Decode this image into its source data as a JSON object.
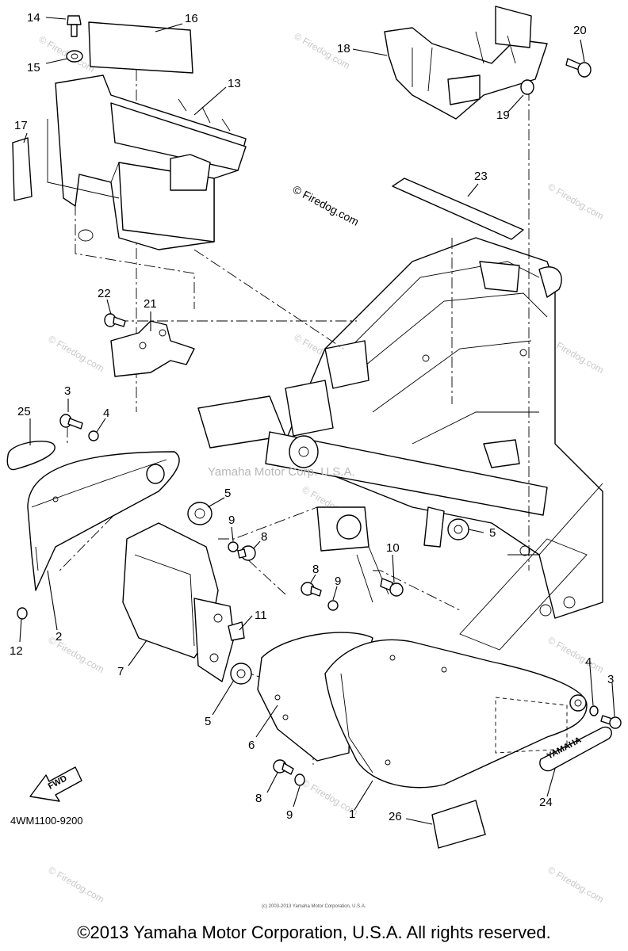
{
  "diagram": {
    "watermark_center": "© Firedog.com",
    "watermark_repeat": "© Firedog.com",
    "watermark_maker": "Yamaha Motor Corp. U.S.A.",
    "diagram_code": "4WM1100-9200",
    "tiny_notice": "(c) 2003-2013 Yamaha Motor Corporation, U.S.A.",
    "emblem_text": "YAMAHA",
    "fwd_text": "FWD",
    "copyright": "©2013 Yamaha Motor Corporation, U.S.A. All rights reserved.",
    "callouts": [
      {
        "id": "c14",
        "text": "14"
      },
      {
        "id": "c16",
        "text": "16"
      },
      {
        "id": "c15",
        "text": "15"
      },
      {
        "id": "c13",
        "text": "13"
      },
      {
        "id": "c17",
        "text": "17"
      },
      {
        "id": "c18",
        "text": "18"
      },
      {
        "id": "c20",
        "text": "20"
      },
      {
        "id": "c19",
        "text": "19"
      },
      {
        "id": "c23",
        "text": "23"
      },
      {
        "id": "c22",
        "text": "22"
      },
      {
        "id": "c21",
        "text": "21"
      },
      {
        "id": "c3a",
        "text": "3"
      },
      {
        "id": "c25",
        "text": "25"
      },
      {
        "id": "c4a",
        "text": "4"
      },
      {
        "id": "c5a",
        "text": "5"
      },
      {
        "id": "c9a",
        "text": "9"
      },
      {
        "id": "c8a",
        "text": "8"
      },
      {
        "id": "c5b",
        "text": "5"
      },
      {
        "id": "c10",
        "text": "10"
      },
      {
        "id": "c8b",
        "text": "8"
      },
      {
        "id": "c9b",
        "text": "9"
      },
      {
        "id": "c11",
        "text": "11"
      },
      {
        "id": "c2",
        "text": "2"
      },
      {
        "id": "c12",
        "text": "12"
      },
      {
        "id": "c7",
        "text": "7"
      },
      {
        "id": "c5c",
        "text": "5"
      },
      {
        "id": "c6",
        "text": "6"
      },
      {
        "id": "c4b",
        "text": "4"
      },
      {
        "id": "c3b",
        "text": "3"
      },
      {
        "id": "c24",
        "text": "24"
      },
      {
        "id": "c1",
        "text": "1"
      },
      {
        "id": "c8c",
        "text": "8"
      },
      {
        "id": "c9c",
        "text": "9"
      },
      {
        "id": "c26",
        "text": "26"
      }
    ]
  }
}
